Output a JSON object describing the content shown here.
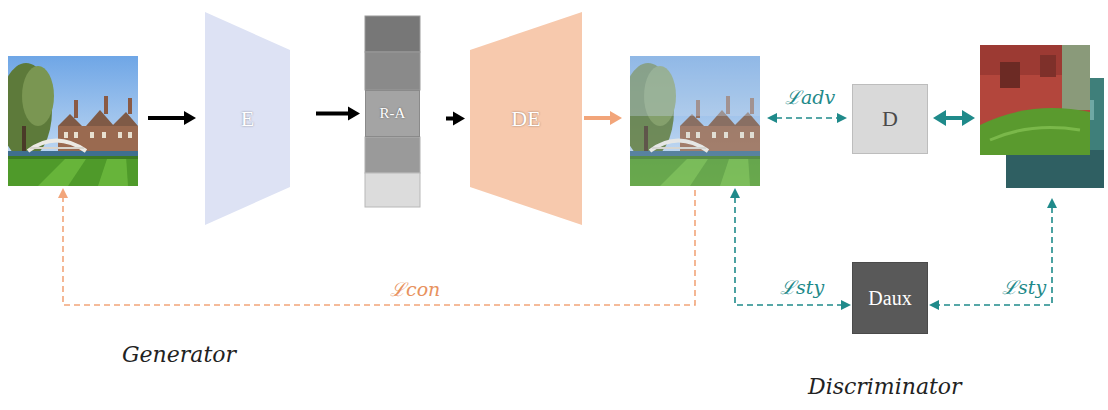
{
  "diagram": {
    "nodes": [
      {
        "text": [
          "E"
        ]
      },
      {
        "text": [
          "R-A"
        ]
      },
      {
        "text": [
          "DE"
        ]
      },
      {
        "text": [
          "D"
        ]
      },
      {
        "text": [
          "Daux"
        ]
      }
    ],
    "edges": [
      {
        "from": 0,
        "to": 1,
        "arrow": "to"
      },
      {
        "from": 1,
        "to": 2,
        "arrow": "to"
      }
    ],
    "labels": [
      "ℒadv",
      "ℒcon",
      "ℒsty",
      "ℒsty",
      "Generator",
      "Discriminator"
    ]
  }
}
